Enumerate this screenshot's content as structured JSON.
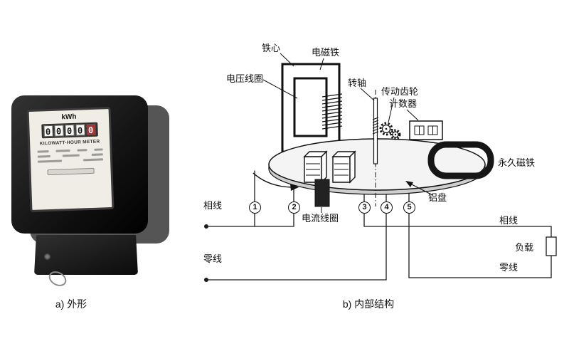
{
  "captions": {
    "left": "a) 外形",
    "right": "b) 内部结构"
  },
  "meter": {
    "unit": "kWh",
    "title": "KILOWATT-HOUR METER",
    "counter_digits": [
      "0",
      "0",
      "0",
      "0"
    ],
    "counter_red_digit": "0"
  },
  "diagram": {
    "labels": {
      "iron_core": "铁心",
      "electromagnet": "电磁铁",
      "voltage_coil": "电压线圈",
      "shaft": "转轴",
      "drive_gear": "传动齿轮",
      "counter": "计数器",
      "permanent_magnet": "永久磁铁",
      "aluminum_disc": "铝盘",
      "current_coil": "电流线圈",
      "phase_left": "相线",
      "neutral_left": "零线",
      "phase_right": "相线",
      "load": "负载",
      "neutral_right": "零线"
    },
    "terminals": [
      "1",
      "2",
      "3",
      "4",
      "5"
    ]
  }
}
